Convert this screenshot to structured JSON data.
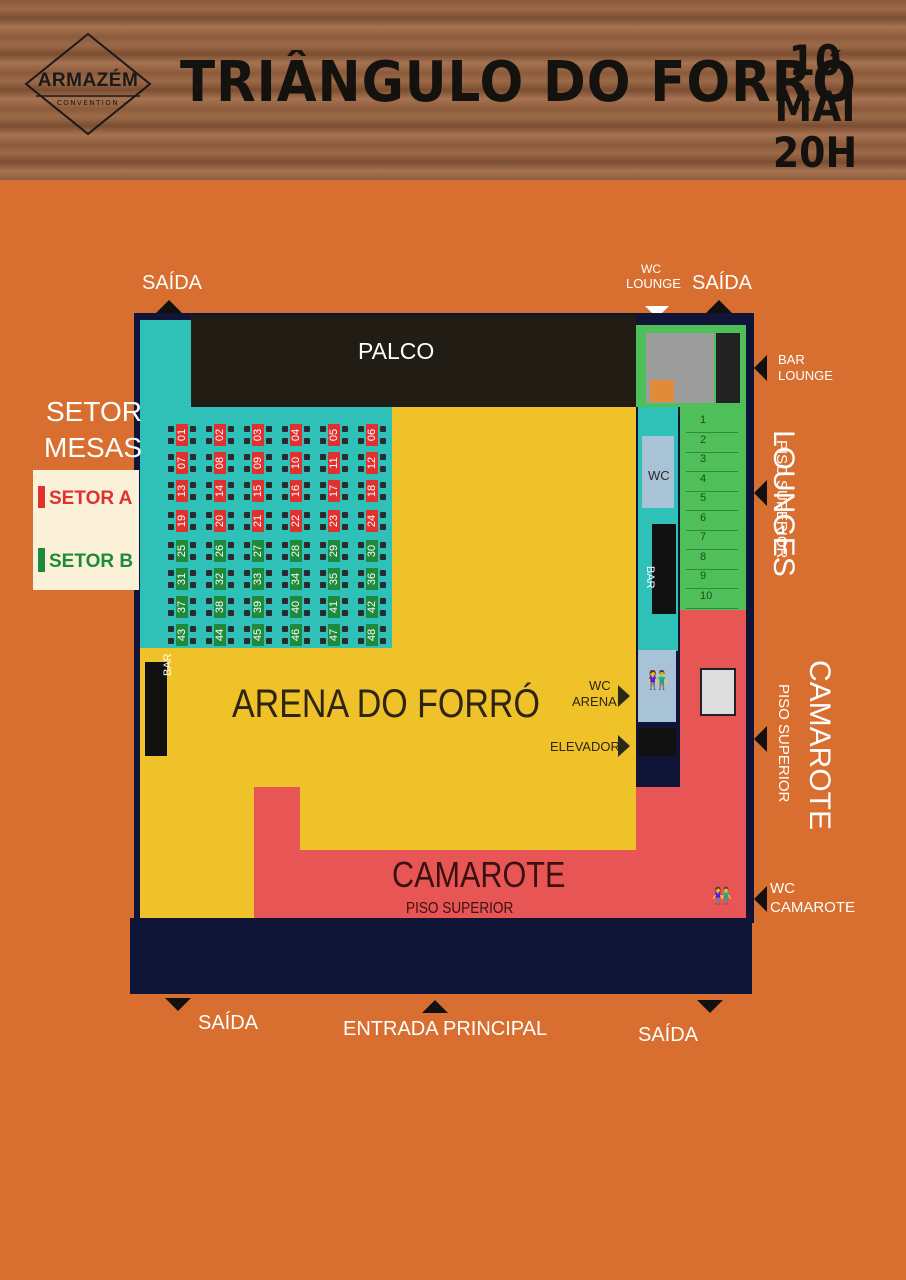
{
  "header": {
    "logo_text": "ARMAZÉM",
    "logo_sub": "· CONVENTION ·",
    "title": "TRIÂNGULO DO FORRÓ",
    "date_line1": "10 MAI",
    "date_line2": "20H"
  },
  "labels": {
    "saida": "SAÍDA",
    "wc_lounge_1": "WC",
    "wc_lounge_2": "LOUNGE",
    "palco": "PALCO",
    "bar_lounge_1": "BAR",
    "bar_lounge_2": "LOUNGE",
    "lounges": "LOUNGES",
    "piso_superior": "PISO SUPERIOR",
    "setor_mesas_1": "SETOR",
    "setor_mesas_2": "MESAS",
    "setor_a": "SETOR A",
    "setor_b": "SETOR B",
    "wc": "WC",
    "bar": "BAR",
    "arena": "ARENA DO FORRÓ",
    "wc_arena_1": "WC",
    "wc_arena_2": "ARENA",
    "elevador": "ELEVADOR",
    "camarote": "CAMAROTE",
    "camarote_piso": "PISO SUPERIOR",
    "wc_camarote_1": "WC",
    "wc_camarote_2": "CAMAROTE",
    "entrada": "ENTRADA PRINCIPAL"
  },
  "tables": {
    "rows": [
      [
        "01",
        "02",
        "03",
        "04",
        "05",
        "06"
      ],
      [
        "07",
        "08",
        "09",
        "10",
        "11",
        "12"
      ],
      [
        "13",
        "14",
        "15",
        "16",
        "17",
        "18"
      ],
      [
        "19",
        "20",
        "21",
        "22",
        "23",
        "24"
      ],
      [
        "25",
        "26",
        "27",
        "28",
        "29",
        "30"
      ],
      [
        "31",
        "32",
        "33",
        "34",
        "35",
        "36"
      ],
      [
        "37",
        "38",
        "39",
        "40",
        "41",
        "42"
      ],
      [
        "43",
        "44",
        "45",
        "46",
        "47",
        "48"
      ]
    ],
    "sector_a_rows": 4
  },
  "lounges_list": [
    "1",
    "2",
    "3",
    "4",
    "5",
    "6",
    "7",
    "8",
    "9",
    "10"
  ],
  "colors": {
    "sector_a": "#e0312f",
    "sector_b": "#1f8a3c",
    "arena": "#efc22a",
    "mesas": "#2fc0b8",
    "camarote": "#e85555",
    "lounge": "#4fbf5a",
    "dark": "#101436"
  }
}
